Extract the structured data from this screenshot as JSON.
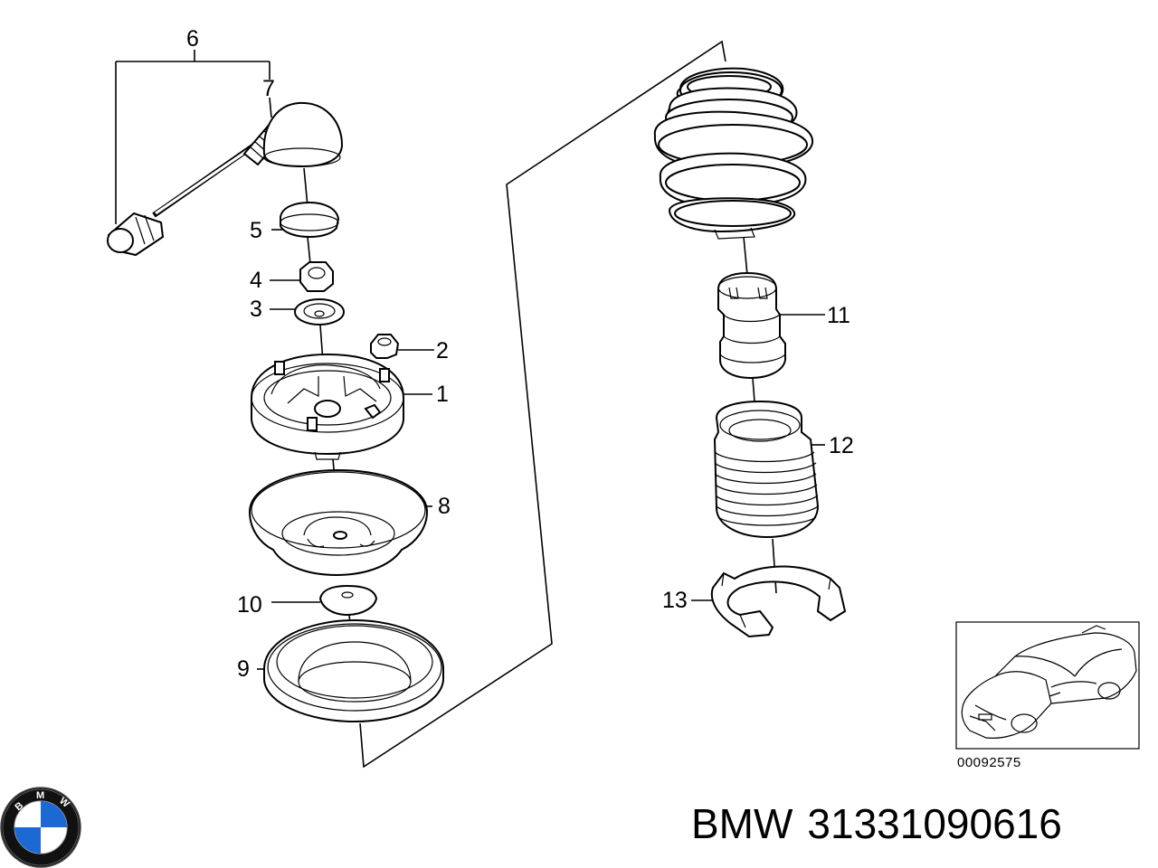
{
  "callouts": {
    "c1": "1",
    "c2": "2",
    "c3": "3",
    "c4": "4",
    "c5": "5",
    "c6": "6",
    "c7": "7",
    "c8": "8",
    "c9": "9",
    "c10": "10",
    "c11": "11",
    "c12": "12",
    "c13": "13"
  },
  "inset": {
    "ref_code": "00092575",
    "icon": "car-outline-icon"
  },
  "logo": {
    "text": "BMW",
    "colors": {
      "blue": "#1c69d4",
      "black": "#111111",
      "white": "#ffffff"
    }
  },
  "caption": {
    "brand": "BMW",
    "part_number": "31331090616"
  }
}
